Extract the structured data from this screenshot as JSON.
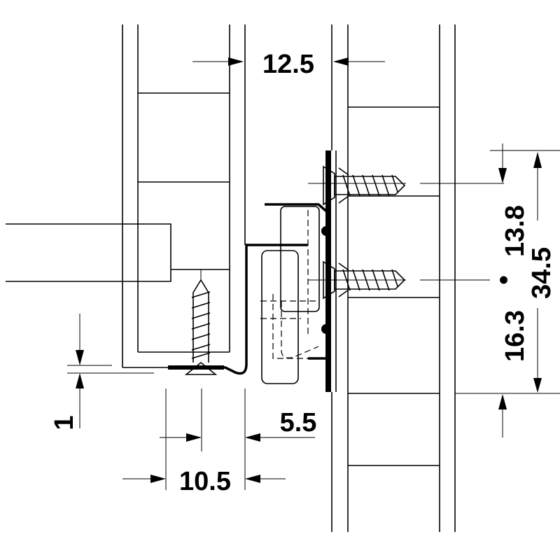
{
  "dimensions": {
    "top_gap": "12.5",
    "screw_spacing": "13.8",
    "overall_height": "34.5",
    "bottom_to_screw": "16.3",
    "rail_offset": "5.5",
    "rail_width": "10.5",
    "base_thickness": "1"
  },
  "separator": "•"
}
